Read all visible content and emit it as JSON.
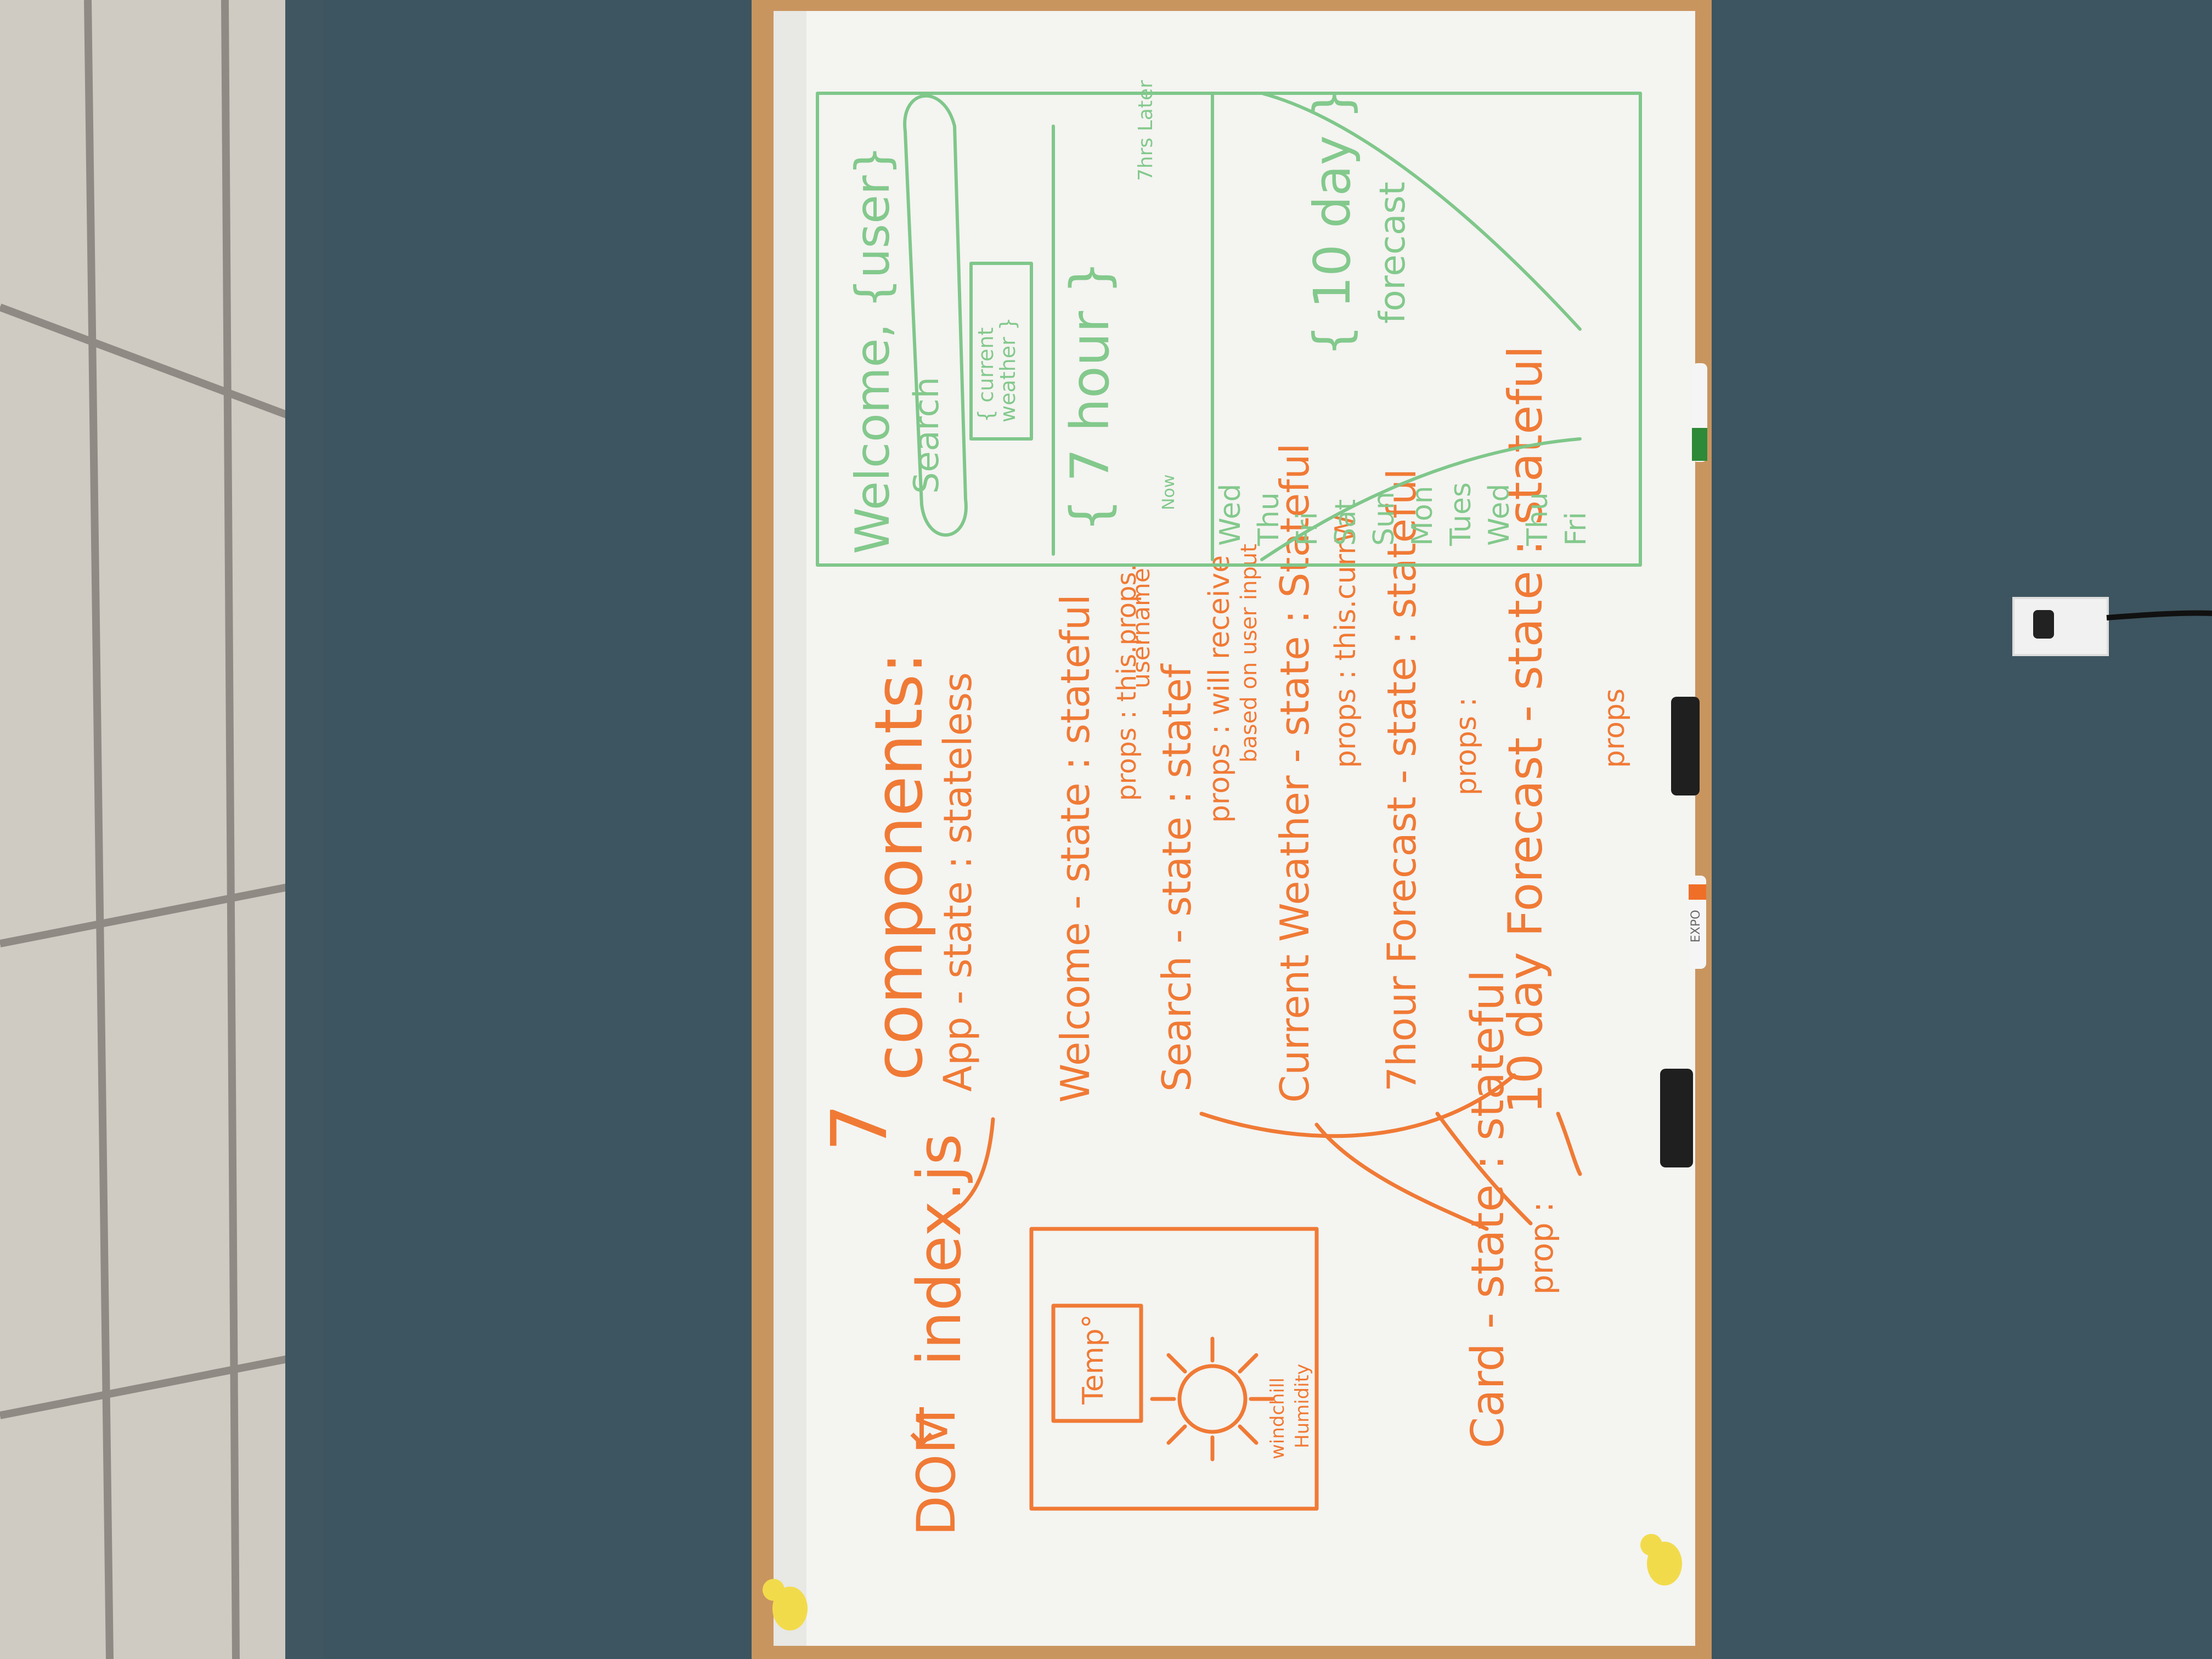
{
  "whiteboard": {
    "left_column": {
      "dom": "DOM",
      "arrow": "←",
      "index": "index.js",
      "count": "7",
      "components": "components:"
    },
    "components_list": [
      {
        "name": "App",
        "line1": "App - state : stateless",
        "line2": "",
        "line3": ""
      },
      {
        "name": "Welcome",
        "line1": "Welcome - state : stateful",
        "line2": "props : this.props.",
        "line3": "username"
      },
      {
        "name": "Search",
        "line1": "Search - state : statef",
        "line2": "props : will receive",
        "line3": "based on user input"
      },
      {
        "name": "Current Weather",
        "line1": "Current Weather - state : Stateful",
        "line2": "props : this.currW",
        "line3": ""
      },
      {
        "name": "7hour Forecast",
        "line1": "7hour Forecast - state : stateful",
        "line2": "props :",
        "line3": ""
      },
      {
        "name": "10 day Forecast",
        "line1": "10 day Forecast - state : stateful",
        "line2": "props",
        "line3": ""
      },
      {
        "name": "Card",
        "line1": "Card - state : stateful",
        "line2": "prop :",
        "line3": ""
      }
    ],
    "card_sketch": {
      "temp": "Temp°",
      "wind": "windchill",
      "humidity": "Humidity"
    },
    "wireframe": {
      "welcome": "Welcome, {user}",
      "search": "Search",
      "current_weather_1": "{ current",
      "current_weather_2": "weather }",
      "hour": "{ 7 hour }",
      "now": "Now",
      "later": "7hrs Later",
      "forecast_1": "{ 10 day }",
      "forecast_2": "forecast",
      "days": [
        "Wed",
        "Thu",
        "Fri",
        "Sat",
        "Sun",
        "Mon",
        "Tues",
        "Wed",
        "Thu",
        "Fri"
      ]
    },
    "marker_label": "EXPO"
  },
  "colors": {
    "wall": "#3d5560",
    "ceiling": "#cfcac2",
    "board": "#f4f4f1",
    "frame": "#c9955f",
    "ink_orange": "#f07a35",
    "ink_green": "#7fc78a"
  }
}
